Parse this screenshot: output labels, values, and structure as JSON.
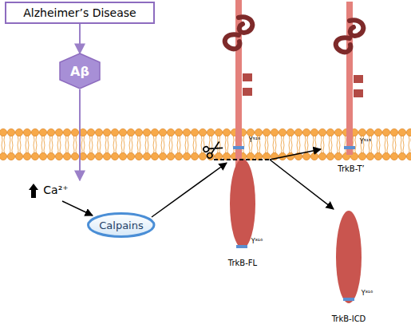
{
  "diagram": {
    "nodes": [
      {
        "text": [
          "Alzheimer’s Disease"
        ]
      },
      {
        "text": [
          "Aβ"
        ]
      },
      {
        "text": [
          "Calpains"
        ]
      }
    ],
    "edges": [
      {
        "from": 0,
        "to": 1,
        "arrow": "to"
      }
    ],
    "labels": [
      "Ca²⁺",
      "Y⁵¹⁵",
      "Y⁸¹⁶",
      "TrkB-FL",
      "Y⁵¹⁵",
      "TrkB-T’",
      "Y⁸¹⁶",
      "TrkB-ICD"
    ]
  }
}
